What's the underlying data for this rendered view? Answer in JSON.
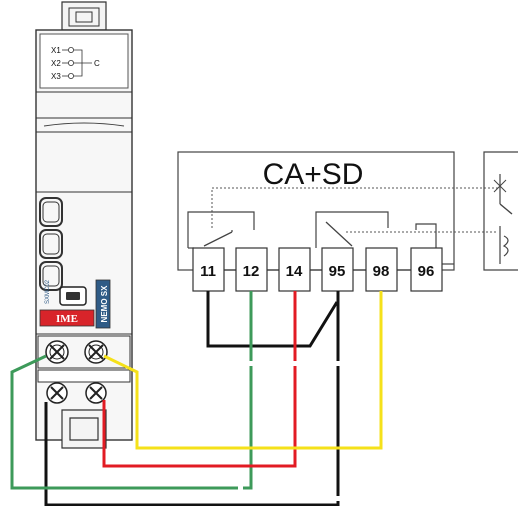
{
  "device": {
    "terminals": [
      "X1",
      "X2",
      "X3"
    ],
    "common_label": "C",
    "brand": "IME",
    "model": "NEMO SX",
    "code": "SXMC02",
    "brand_color": "#d8242a",
    "model_color": "#2f5b86"
  },
  "module": {
    "title": "CA+SD",
    "terminals": [
      "11",
      "12",
      "14",
      "95",
      "98",
      "96"
    ]
  },
  "wire_colors": {
    "black": "#111111",
    "green": "#3d9a5a",
    "red": "#e21b23",
    "yellow": "#f5e11a"
  }
}
